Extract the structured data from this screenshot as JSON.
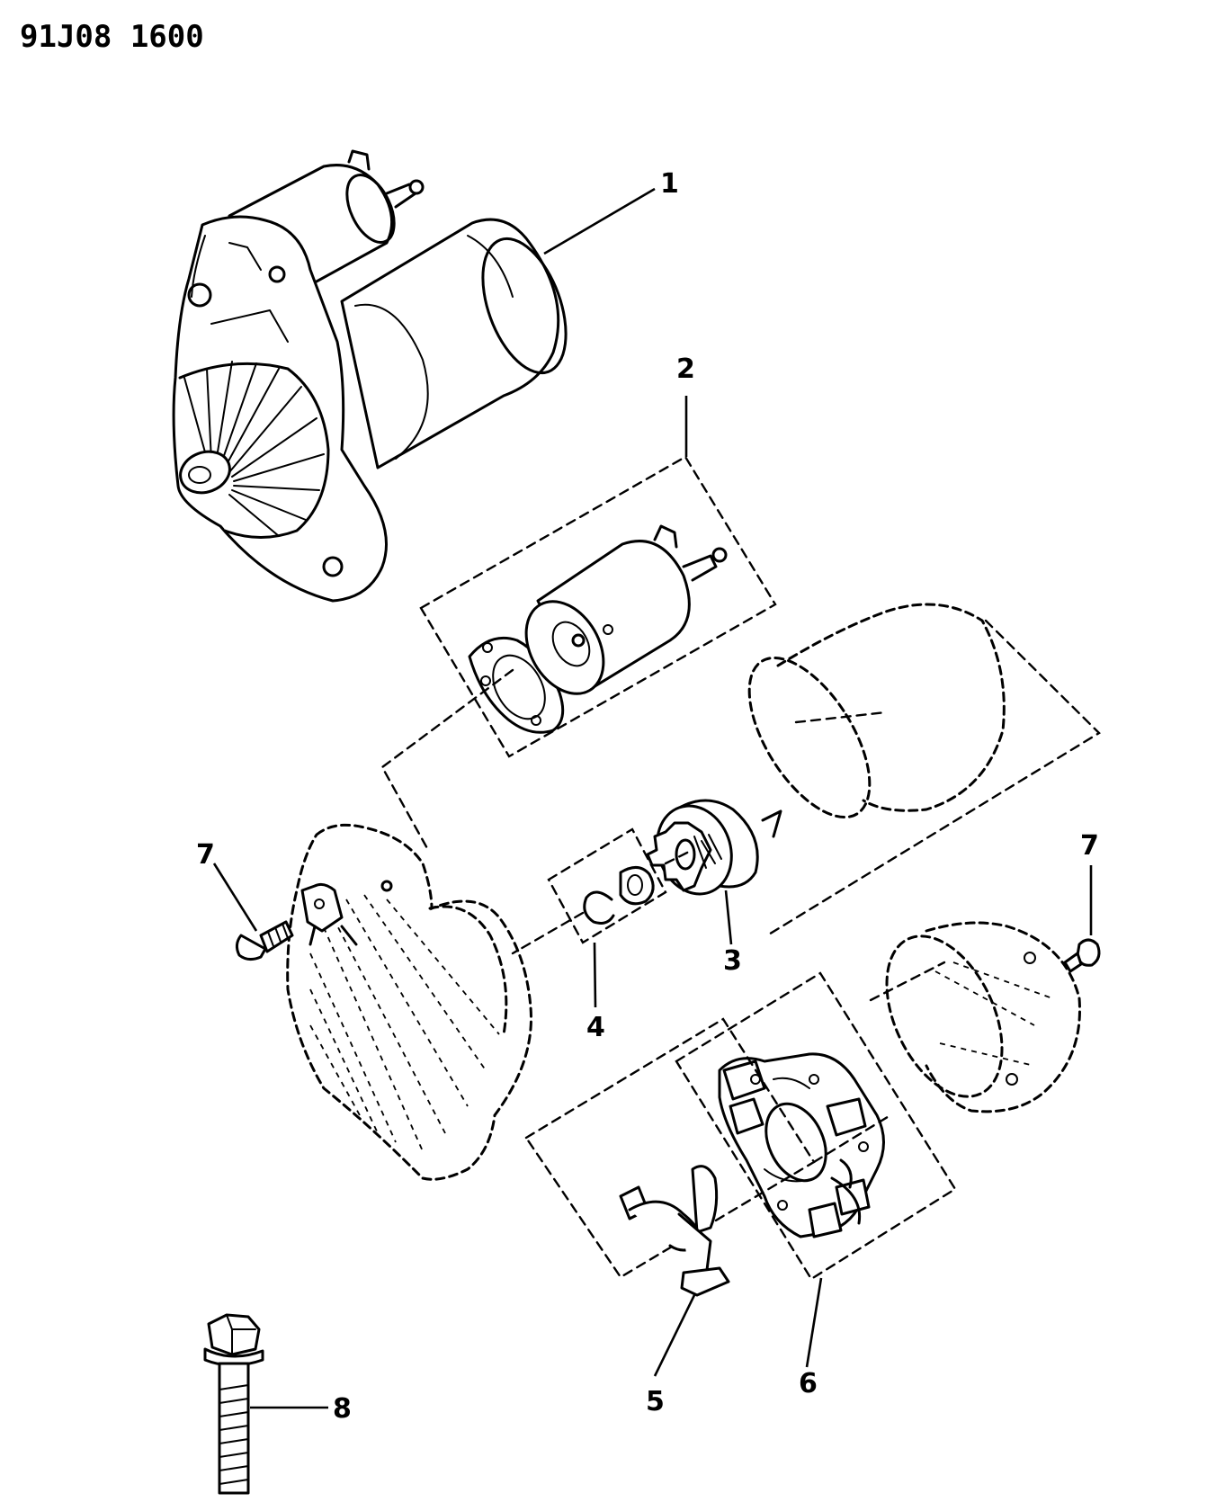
{
  "diagram_code": "91J08 1600",
  "callouts": [
    "1",
    "2",
    "3",
    "4",
    "5",
    "6",
    "7",
    "7",
    "8"
  ]
}
